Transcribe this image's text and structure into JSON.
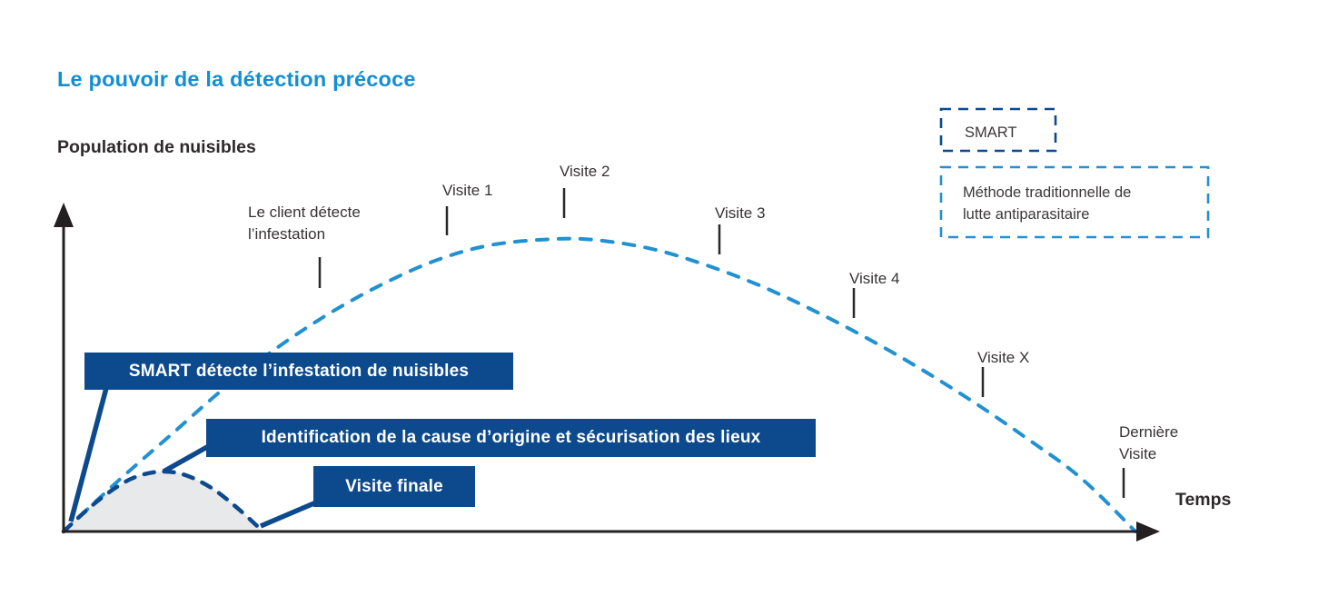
{
  "page_title": "Le pouvoir de la détection précoce",
  "colors": {
    "navy": "#0d4a8d",
    "light_blue": "#2191d1",
    "title_blue": "#118fd2",
    "text_dark": "#363233",
    "axis": "#242021",
    "area_fill_grey": "#e7e9eb",
    "box_text": "#ffffff"
  },
  "chart_data": {
    "type": "line",
    "title": "Le pouvoir de la détection précoce",
    "xlabel": "Temps",
    "ylabel": "Population de nuisibles",
    "axes_numeric": false,
    "grid": false,
    "legend_position": "top-right",
    "series": [
      {
        "id": "traditional",
        "name": "Méthode traditionnelle de lutte antiparasitaire",
        "color": "#2191d1",
        "line_style": "dashed",
        "points": [
          [
            0,
            0
          ],
          [
            5,
            17
          ],
          [
            10,
            33
          ],
          [
            15,
            49
          ],
          [
            20,
            63
          ],
          [
            25,
            75
          ],
          [
            30,
            85
          ],
          [
            35,
            93
          ],
          [
            40,
            98
          ],
          [
            46,
            100
          ],
          [
            50,
            99.5
          ],
          [
            55,
            96.5
          ],
          [
            60,
            91
          ],
          [
            65,
            84
          ],
          [
            70,
            75.5
          ],
          [
            75,
            66
          ],
          [
            80,
            55.5
          ],
          [
            85,
            44
          ],
          [
            90,
            31.5
          ],
          [
            95,
            18
          ],
          [
            100,
            0
          ]
        ]
      },
      {
        "id": "smart",
        "name": "SMART",
        "color": "#0d4a8d",
        "line_style": "dashed",
        "area_fill": "#e7e9eb",
        "points": [
          [
            0,
            0
          ],
          [
            2.5,
            8.4
          ],
          [
            5,
            15.3
          ],
          [
            7,
            19
          ],
          [
            9.3,
            20.5
          ],
          [
            11.5,
            19.1
          ],
          [
            14,
            14.4
          ],
          [
            16.5,
            7.1
          ],
          [
            18.6,
            0
          ]
        ]
      }
    ],
    "legend": [
      {
        "label": "SMART",
        "swatch_style": "dashed-navy-box"
      },
      {
        "label": "Méthode traditionnelle de\nlutte antiparasitaire",
        "swatch_style": "dashed-blue-box"
      }
    ],
    "annotations": [
      {
        "label": "Le client détecte\nl’infestation",
        "x": 23.9,
        "series": "traditional"
      },
      {
        "label": "Visite 1",
        "x": 35.8,
        "series": "traditional"
      },
      {
        "label": "Visite 2",
        "x": 46.7,
        "series": "traditional"
      },
      {
        "label": "Visite 3",
        "x": 61.2,
        "series": "traditional"
      },
      {
        "label": "Visite 4",
        "x": 73.7,
        "series": "traditional"
      },
      {
        "label": "Visite X",
        "x": 85.8,
        "series": "traditional"
      },
      {
        "label": "Dernière\nVisite",
        "x": 98.9,
        "series": "traditional"
      }
    ],
    "callouts": [
      {
        "label": "SMART détecte l’infestation de nuisibles",
        "points_to": "start of SMART curve"
      },
      {
        "label": "Identification de la cause d’origine et sécurisation des lieux",
        "points_to": "peak of SMART curve"
      },
      {
        "label": "Visite finale",
        "points_to": "end of SMART curve"
      }
    ]
  }
}
